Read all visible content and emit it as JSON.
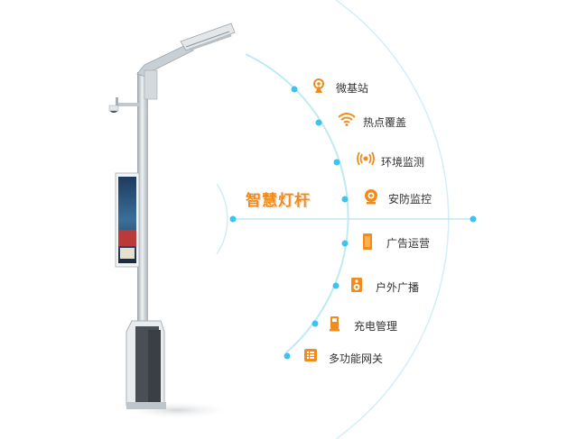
{
  "title": "智慧灯杆",
  "accent_color": "#f08c1e",
  "line_color": "#bfe9f5",
  "dot_color": "#3cc3ef",
  "features": [
    {
      "label": "微基站",
      "icon": "cell-tower-icon"
    },
    {
      "label": "热点覆盖",
      "icon": "wifi-icon"
    },
    {
      "label": "环境监测",
      "icon": "radio-wave-icon"
    },
    {
      "label": "安防监控",
      "icon": "camera-icon"
    },
    {
      "label": "广告运营",
      "icon": "billboard-icon"
    },
    {
      "label": "户外广播",
      "icon": "speaker-icon"
    },
    {
      "label": "充电管理",
      "icon": "charger-icon"
    },
    {
      "label": "多功能网关",
      "icon": "gateway-icon"
    }
  ]
}
